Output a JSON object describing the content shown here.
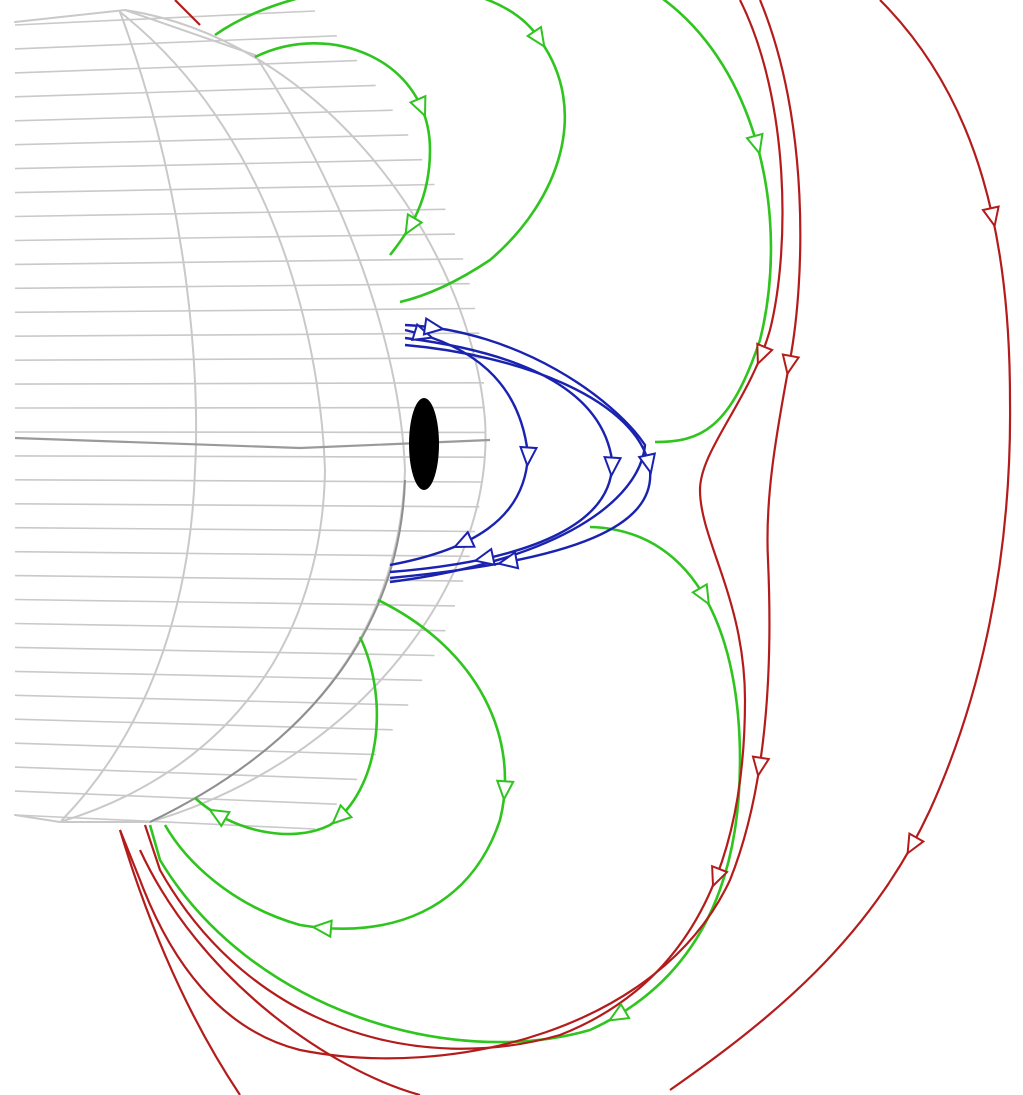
{
  "figure": {
    "background": "#ffffff",
    "colors": {
      "mesh": "#c9c9c9",
      "mesh_dark": "#8f8f8f",
      "core": "#000000",
      "closed_inner_loops": "#1a22b0",
      "closed_outer_loops": "#2fc41e",
      "open_field_lines": "#b41c1c"
    },
    "line_families": [
      {
        "name": "blue-loops",
        "color_key": "closed_inner_loops",
        "count": 4
      },
      {
        "name": "green-loops",
        "color_key": "closed_outer_loops",
        "count": 8
      },
      {
        "name": "red-lines",
        "color_key": "open_field_lines",
        "count": 4
      }
    ],
    "arrow_icon": "triangle-arrowhead-icon"
  }
}
